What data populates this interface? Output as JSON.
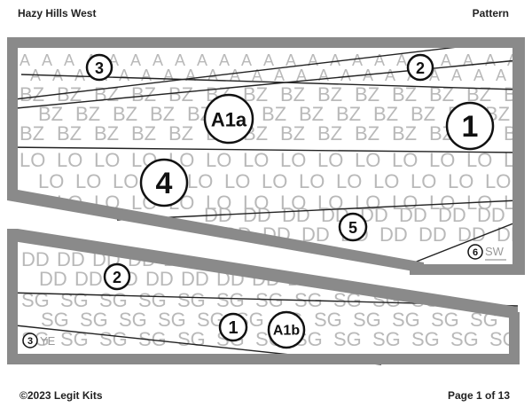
{
  "header": {
    "title": "Hazy Hills West",
    "type": "Pattern"
  },
  "footer": {
    "copyright": "©2023 Legit Kits",
    "page": "Page 1 of 13"
  },
  "fabric_codes": {
    "A": "A",
    "BZ": "BZ",
    "LO": "LO",
    "DD": "DD",
    "SG": "SG",
    "SW": "SW",
    "YE": "YE"
  },
  "sections": [
    {
      "label": "A1a",
      "pieces": [
        "1",
        "2",
        "3",
        "4",
        "5",
        "6"
      ]
    },
    {
      "label": "A1b",
      "pieces": [
        "1",
        "2",
        "3"
      ]
    }
  ],
  "piece_labels": {
    "a1a_1": "1",
    "a1a_2": "2",
    "a1a_3": "3",
    "a1a_4": "4",
    "a1a_5": "5",
    "a1a_6": "6",
    "a1b_1": "1",
    "a1b_2": "2",
    "a1b_3": "3"
  },
  "colors": {
    "frame": "#8a8a8a",
    "fabric_text": "#b9b9b9",
    "seam": "#222222"
  }
}
